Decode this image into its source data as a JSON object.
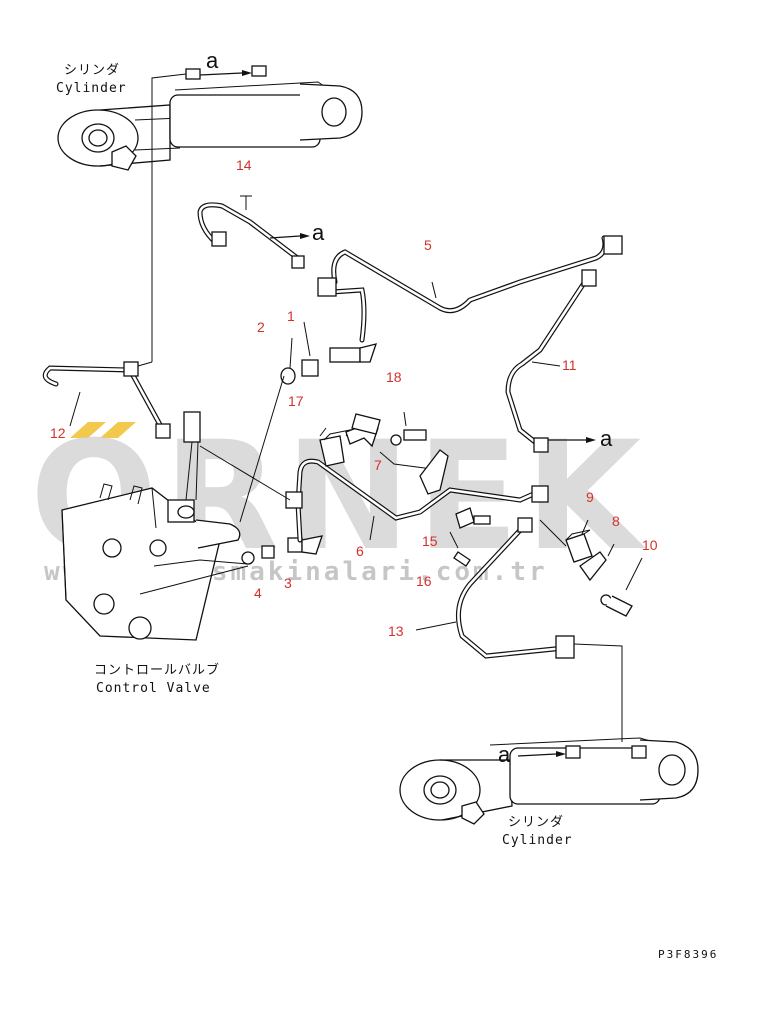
{
  "labels": {
    "cyl_top_jp": "シリンダ",
    "cyl_top_en": "Cylinder",
    "cyl_bottom_jp": "シリンダ",
    "cyl_bottom_en": "Cylinder",
    "valve_jp": "コントロールバルブ",
    "valve_en": "Control Valve",
    "arrow_letter": "a",
    "drawing_code": "P3F8396"
  },
  "watermark": {
    "big_text": "ORNEK",
    "url_text": "www.orneksmakinalari.com.tr",
    "accent_color": "#f2c94c"
  },
  "part_numbers": [
    "1",
    "2",
    "3",
    "4",
    "5",
    "6",
    "7",
    "8",
    "9",
    "10",
    "11",
    "12",
    "13",
    "14",
    "15",
    "16",
    "17",
    "18"
  ],
  "colors": {
    "number_red": "#d2322d",
    "line": "#111111"
  }
}
